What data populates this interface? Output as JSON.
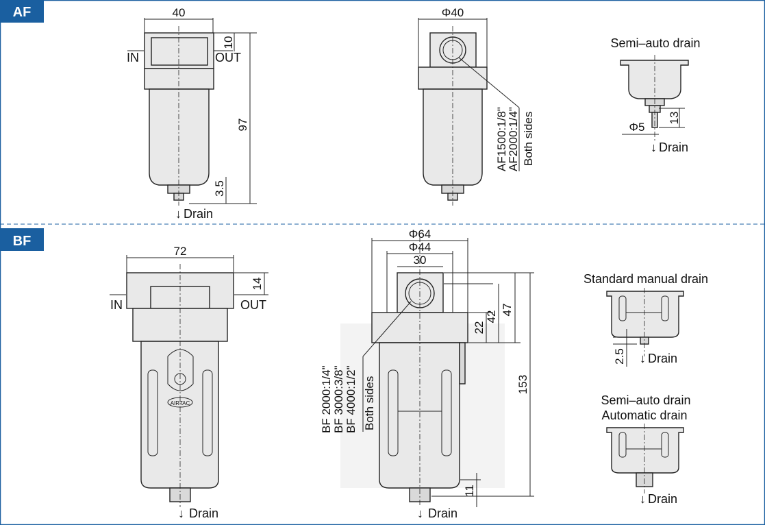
{
  "sections": {
    "af": {
      "tag": "AF"
    },
    "bf": {
      "tag": "BF"
    }
  },
  "af": {
    "front": {
      "width": "40",
      "top_height": "10",
      "height": "97",
      "drain_height": "3.5",
      "in": "IN",
      "out": "OUT",
      "drain": "Drain"
    },
    "side": {
      "diameter": "Φ40",
      "port1": "AF1500:1/8\"",
      "port2": "AF2000:1/4\"",
      "port3": "Both sides"
    },
    "semi": {
      "title": "Semi–auto drain",
      "diameter": "Φ5",
      "height": "13",
      "drain": "Drain"
    }
  },
  "bf": {
    "front": {
      "width": "72",
      "top_height": "14",
      "in": "IN",
      "out": "OUT",
      "drain": "Drain",
      "brand": "AIRTAC"
    },
    "side": {
      "d1": "Φ64",
      "d2": "Φ44",
      "w": "30",
      "h47": "47",
      "h42": "42",
      "h22": "22",
      "h153": "153",
      "h11": "11",
      "port1": "BF 2000:1/4\"",
      "port2": "BF 3000:3/8\"",
      "port3": "BF 4000:1/2\"",
      "port4": "Both sides",
      "drain": "Drain"
    },
    "manual": {
      "title": "Standard manual drain",
      "height": "2.5",
      "drain": "Drain"
    },
    "auto": {
      "title1": "Semi–auto drain",
      "title2": "Automatic drain",
      "drain": "Drain"
    }
  },
  "colors": {
    "tag_bg": "#1a5fa0",
    "divider": "#1a5fa0",
    "frame": "#1a5fa0"
  }
}
